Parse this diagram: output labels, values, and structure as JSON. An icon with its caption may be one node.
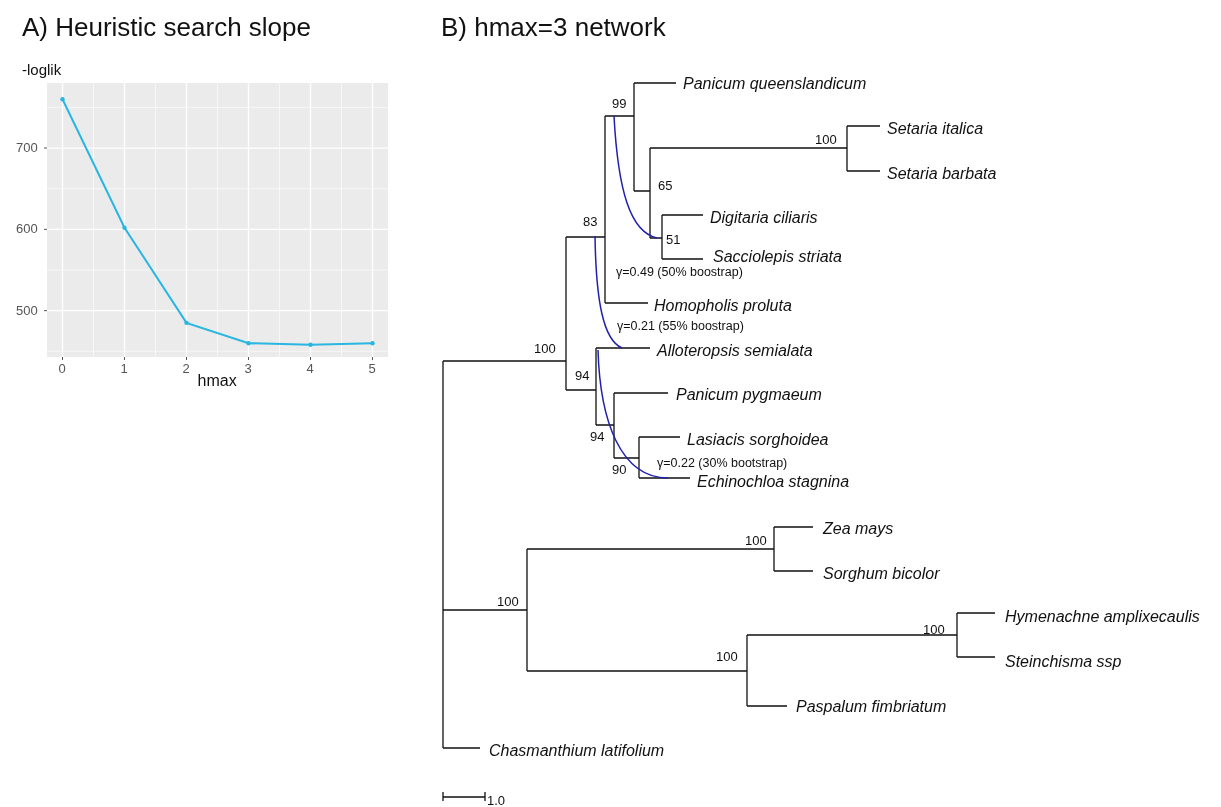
{
  "diagram": {
    "labels": [
      "B) hmax=3 network",
      "Panicum queenslandicum",
      "99",
      "Setaria italica",
      "100",
      "Setaria barbata",
      "65",
      "Digitaria ciliaris",
      "83",
      "51",
      "γ=0.49 (50% boostrap)",
      "Sacciolepis striata",
      "Homopholis proluta",
      "γ=0.21 (55% boostrap)",
      "100",
      "Alloteropsis semialata",
      "94",
      "Panicum pygmaeum",
      "94",
      "Lasiacis sorghoidea",
      "γ=0.22 (30% bootstrap)",
      "90",
      "Echinochloa stagnina",
      "Zea mays",
      "100",
      "Sorghum bicolor",
      "100",
      "100",
      "Hymenachne amplixecaulis",
      "100",
      "Steinchisma ssp",
      "Paspalum fimbriatum",
      "Chasmanthium latifolium",
      "1.0"
    ],
    "chart_data": {
      "type": "line",
      "title": "A) Heuristic search slope",
      "xlabel": "hmax",
      "ylabel": "-loglik",
      "x": [
        0,
        1,
        2,
        3,
        4,
        5
      ],
      "series": [
        {
          "color": "#29b6e0",
          "values": [
            760,
            602,
            485,
            460,
            458,
            460
          ]
        }
      ],
      "xlim": [
        -0.25,
        5.25
      ],
      "ylim": [
        443,
        780
      ],
      "xticks": [
        0,
        1,
        2,
        3,
        4,
        5
      ],
      "yticks": [
        500,
        600,
        700
      ],
      "grid": true
    }
  }
}
